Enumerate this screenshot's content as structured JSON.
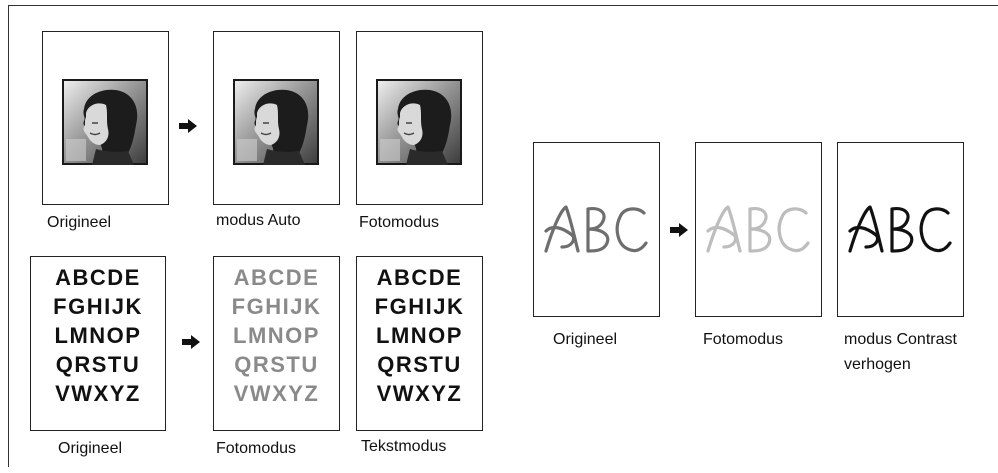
{
  "photo_row": {
    "captions": [
      "Origineel",
      "modus Auto",
      "Fotomodus"
    ]
  },
  "text_row": {
    "captions": [
      "Origineel",
      "Fotomodus",
      "Tekstmodus"
    ],
    "lines": [
      "ABCDE",
      "FGHIJK",
      "LMNOP",
      "QRSTU",
      "VWXYZ"
    ],
    "colors": [
      "#111111",
      "#8a8a8a",
      "#111111"
    ]
  },
  "handwriting_row": {
    "sample": "ABC",
    "captions": [
      "Origineel",
      "Fotomodus",
      "modus Contrast",
      "verhogen"
    ],
    "colors": [
      "#6e6e6e",
      "#bdbdbd",
      "#111111"
    ]
  }
}
